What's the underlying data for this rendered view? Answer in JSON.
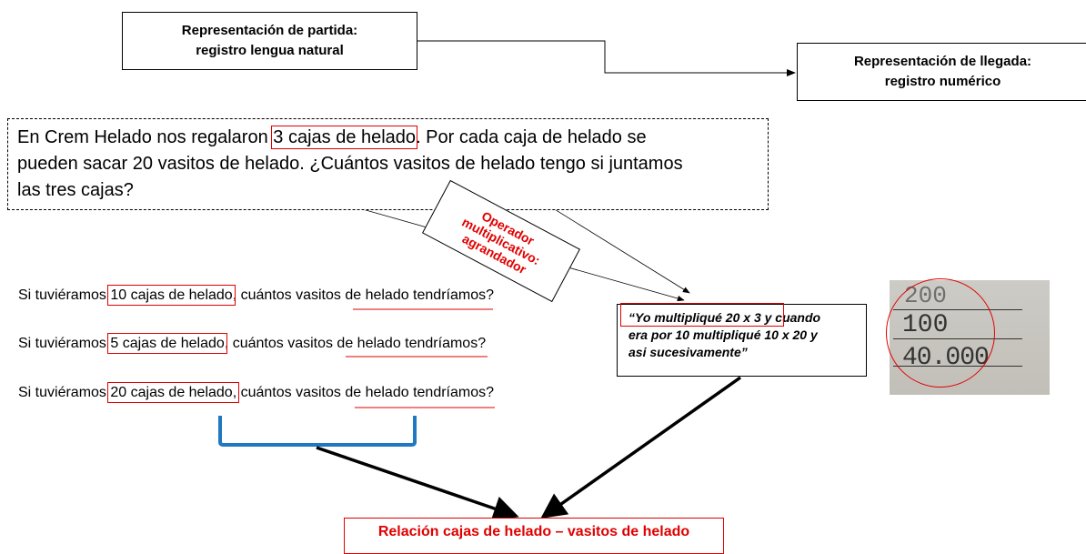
{
  "start_box": {
    "line1": "Representación de partida:",
    "line2": "registro lengua natural"
  },
  "end_box": {
    "line1": "Representación de llegada:",
    "line2": "registro numérico"
  },
  "problem": {
    "p1": "En Crem Helado nos regalaron ",
    "h1": "3 cajas de helado",
    "p2": ". Por cada caja de helado se",
    "p3": "pueden sacar ",
    "u1": "20 vasitos de helado",
    "p4": ". ¿Cuántos vasitos de helado tengo si juntamos",
    "p5": "las tres cajas?"
  },
  "operator": {
    "line1": "Operador",
    "line2": "multiplicativo:",
    "line3": "agrandador"
  },
  "questions": [
    {
      "pre": "Si tuviéramos ",
      "boxed": "10 cajas de helado",
      "mid": ", cuántos ",
      "under": "vasitos de helado",
      "post": " tendríamos?"
    },
    {
      "pre": "Si tuviéramos ",
      "boxed": "5 cajas de helado",
      "mid": ", cuántos ",
      "under": "vasitos de helado",
      "post": " tendríamos?"
    },
    {
      "pre": "Si tuviéramos ",
      "boxed": "20 cajas de helado,",
      "mid": " cuántos ",
      "under": "vasitos de helado",
      "post": " tendríamos?"
    }
  ],
  "quote": {
    "line1": "“Yo multipliqué 20 x 3 y cuando",
    "line2": "era por 10 multipliqué 10 x 20 y",
    "line3": "asi sucesivamente”"
  },
  "photo": {
    "n1": "200",
    "n2": "100",
    "n3": "40.000"
  },
  "result": {
    "label": "Relación cajas de helado – vasitos de helado"
  },
  "colors": {
    "highlight_red": "#e00000",
    "bracket_blue": "#1f78c1",
    "arrow_black": "#000000"
  }
}
